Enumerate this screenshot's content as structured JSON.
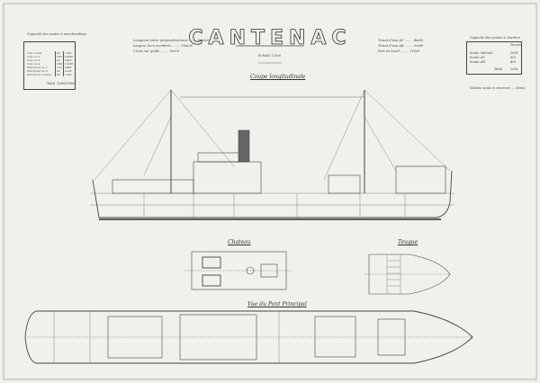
{
  "title": "CANTENAC",
  "scale": "Echelle 1/100",
  "section_title": "Coupe longitudinale",
  "left_table": {
    "caption": "Capacité des soutes à marchandises",
    "rows": [
      {
        "label": "Cale avant",
        "a": "20",
        "b": "1700"
      },
      {
        "label": "Cale no 2",
        "a": "286",
        "b": "10380"
      },
      {
        "label": "Cale no 3",
        "a": "24",
        "b": "1480"
      },
      {
        "label": "Cale no 4",
        "a": "280",
        "b": "10280"
      },
      {
        "label": "Entrepont no 1",
        "a": "122",
        "b": "3380"
      },
      {
        "label": "Entrepont no 2",
        "a": "82",
        "b": "2100"
      },
      {
        "label": "Entrepont arrière",
        "a": "80",
        "b": "1700"
      }
    ],
    "total_label": "Total",
    "total_a": "1080",
    "total_b": "29900"
  },
  "dimensions": [
    "Longueur entre perpendiculaires ........ 68m20",
    "Largeur hors membres ........ 10m36",
    "Creux sur quille ........ 5m16"
  ],
  "dimensions_right": [
    "Tirant d'eau AV ........ 4m80",
    "Tirant d'eau AR ........ 5m00",
    "Port en lourd ........ 2100t"
  ],
  "right_table": {
    "caption": "Capacité des soutes à charbon",
    "header": "Tonnes",
    "rows": [
      {
        "label": "Soute latérale",
        "v": "160t"
      },
      {
        "label": "Soute AV",
        "v": "60t"
      },
      {
        "label": "Soute AR",
        "v": "40t"
      }
    ],
    "total_label": "Total",
    "total_v": "260t"
  },
  "right_note": "Volume soute à réserves .... 80m3",
  "plans": {
    "chateau": "Chateau",
    "teugue": "Teugue",
    "main_deck": "Vue du Pont Principal"
  }
}
